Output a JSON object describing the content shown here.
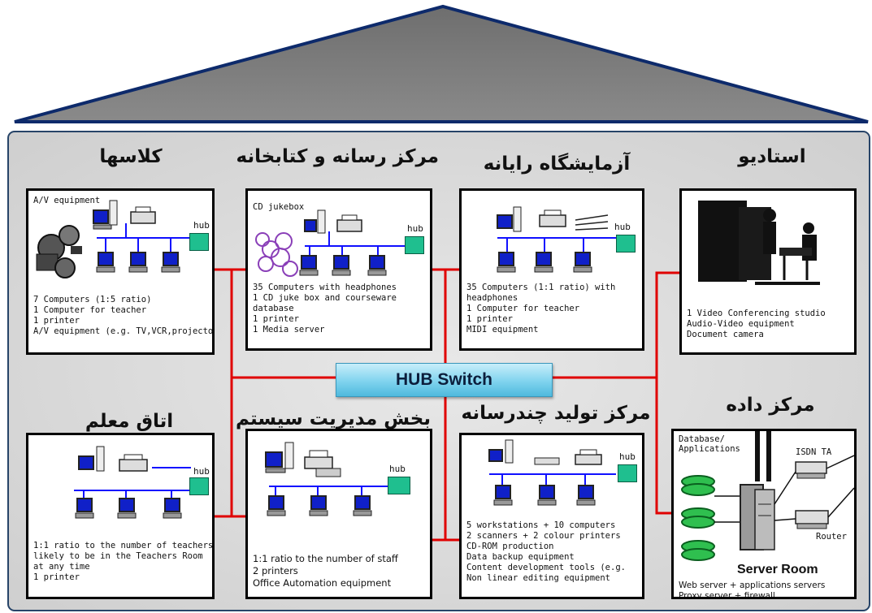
{
  "network": {
    "switch_label": "HUB Switch",
    "hub_label": "hub"
  },
  "rooms": {
    "classrooms": {
      "title": "کلاسها",
      "equipment_label": "A/V equipment",
      "details": "7 Computers (1:5 ratio)\n1 Computer for teacher\n1 printer\nA/V equipment (e.g. TV,VCR,projector)"
    },
    "media_center": {
      "title": "مرکز رسانه و کتابخانه",
      "equipment_label": "CD jukebox",
      "details": "35 Computers with headphones\n1 CD juke box and courseware\ndatabase\n1 printer\n1 Media server"
    },
    "computer_lab": {
      "title": "آزمایشگاه رایانه",
      "details": "35 Computers (1:1 ratio) with\nheadphones\n1 Computer for teacher\n1 printer\nMIDI equipment"
    },
    "studio": {
      "title": "استادیو",
      "details": "1 Video Conferencing studio\nAudio-Video equipment\nDocument camera"
    },
    "teachers_room": {
      "title": "اتاق معلم",
      "details": "1:1 ratio to the number of teachers\nlikely to be in the Teachers Room\nat any time\n1 printer"
    },
    "system_admin": {
      "title": "بخش مدیریت سیستم",
      "details": "1:1 ratio to the number of staff\n2 printers\nOffice Automation equipment"
    },
    "multimedia_center": {
      "title": "مرکز تولید چندرسانه",
      "details": "5 workstations + 10 computers\n2 scanners + 2 colour printers\nCD-ROM production\nData backup equipment\nContent development tools (e.g.\nNon linear editing equipment"
    },
    "data_center": {
      "title": "مرکز داده",
      "database_label": "Database/\nApplications",
      "isdn_label": "ISDN TA",
      "router_label": "Router",
      "server_room_label": "Server Room",
      "details": "Web server + applications servers\nProxy server + firewall"
    }
  },
  "colors": {
    "roof": "#7f7f7f",
    "roof_edge": "#0d2a6b",
    "house_body": "#d9d9d9",
    "link_line": "#e00000",
    "lan_line": "#1010ff",
    "monitor_screen": "#1020c8",
    "hub": "#1fbf8f"
  }
}
